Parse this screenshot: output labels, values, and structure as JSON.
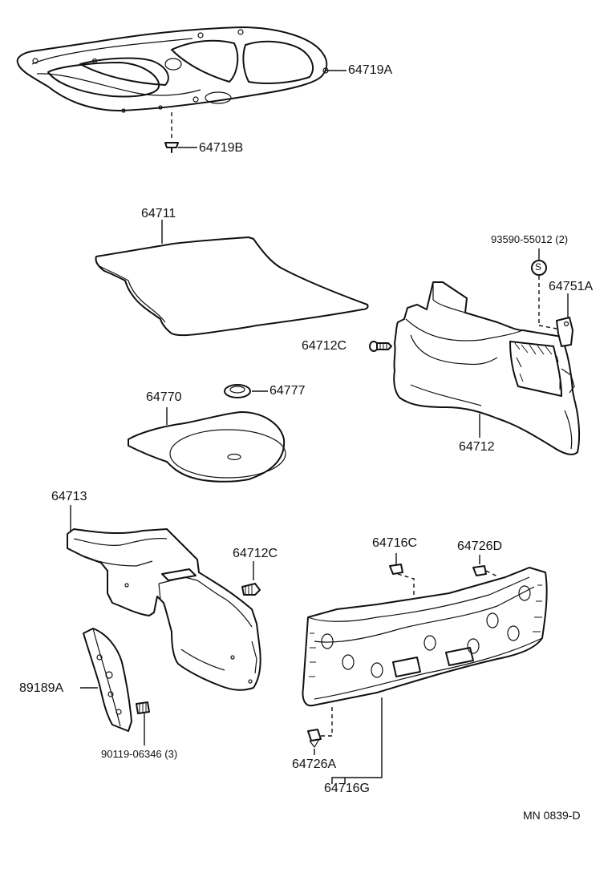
{
  "labels": {
    "p64719A": "64719A",
    "p64719B": "64719B",
    "p64711": "64711",
    "p93590": "93590-55012 (2)",
    "p64751A": "64751A",
    "p64712C_top": "64712C",
    "p64770": "64770",
    "p64777": "64777",
    "p64712": "64712",
    "p64713": "64713",
    "p64712C_bottom": "64712C",
    "p64716C": "64716C",
    "p64726D": "64726D",
    "p89189A": "89189A",
    "p90119": "90119-06346 (3)",
    "p64726A": "64726A",
    "p64716G": "64716G",
    "s_symbol": "S"
  },
  "footer": {
    "drawing_code": "MN 0839-D"
  }
}
